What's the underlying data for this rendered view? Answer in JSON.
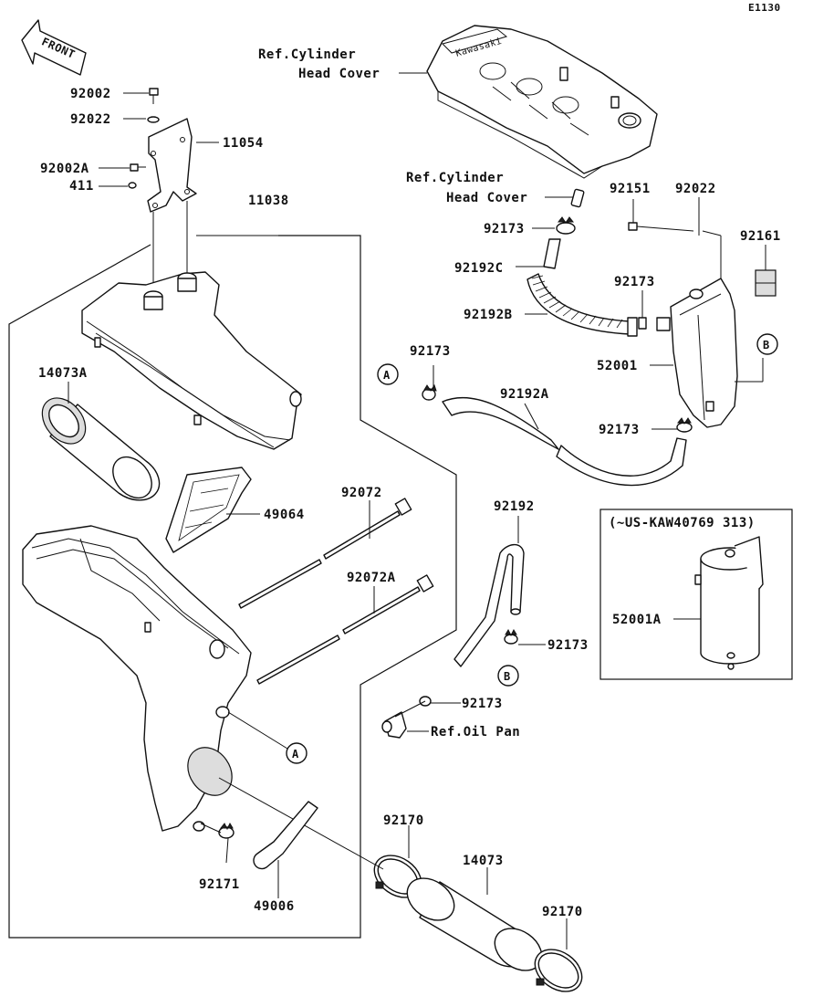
{
  "diagram_code": "E1130",
  "front_label": "FRONT",
  "labels": {
    "ref_cyl_head_cover_1a": "Ref.Cylinder",
    "ref_cyl_head_cover_1b": "Head Cover",
    "ref_cyl_head_cover_2a": "Ref.Cylinder",
    "ref_cyl_head_cover_2b": "Head Cover",
    "p92002": "92002",
    "p92022_left": "92022",
    "p11054": "11054",
    "p92002A": "92002A",
    "p411": "411",
    "p11038": "11038",
    "p14073A": "14073A",
    "p49064": "49064",
    "p92072": "92072",
    "p92072A": "92072A",
    "p92151": "92151",
    "p92022_right": "92022",
    "p92161": "92161",
    "p92173_a": "92173",
    "p92192C": "92192C",
    "p92173_b": "92173",
    "p92192B": "92192B",
    "p52001": "52001",
    "p92173_c": "92173",
    "p92192A": "92192A",
    "p92173_d": "92173",
    "p92192": "92192",
    "p92173_e": "92173",
    "p92173_f": "92173",
    "ref_oil_pan": "Ref.Oil Pan",
    "p92170_a": "92170",
    "p14073": "14073",
    "p92170_b": "92170",
    "p92171": "92171",
    "p49006": "49006",
    "inset_title": "(~US-KAW40769 313)",
    "p52001A": "52001A",
    "marker_A": "A",
    "marker_B": "B",
    "brand_mark": "Kawasaki"
  }
}
